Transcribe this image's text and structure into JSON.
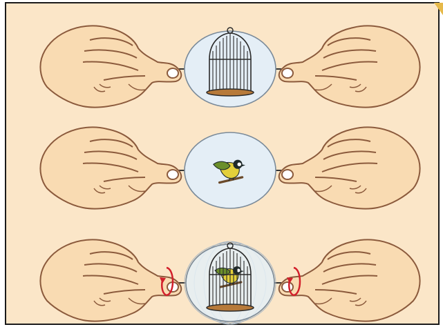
{
  "figure": {
    "description_rows": [
      {
        "row": "top",
        "disc_content": "cage"
      },
      {
        "row": "middle",
        "disc_content": "bird"
      },
      {
        "row": "bottom",
        "disc_content": "bird-in-cage",
        "spinning": true
      }
    ]
  },
  "colors": {
    "background": "#fbe6c8",
    "border": "#1a1a1a",
    "skin": "#f9dbb2",
    "skin_outline": "#8b5a3c",
    "disc_fill": "#e4eef6",
    "disc_outline": "#7a8a99",
    "cage": "#2a2a2a",
    "cage_floor": "#b77a3a",
    "bird_green": "#6b8f2a",
    "bird_yellow": "#e3cf3a",
    "bird_dark": "#1f2a2a",
    "arrow_red": "#d21f2b",
    "corner_accent": "#e6b94a"
  },
  "icons": [
    "hand-left-icon",
    "hand-right-icon",
    "cage-icon",
    "bird-icon",
    "rotation-arrow-icon"
  ]
}
